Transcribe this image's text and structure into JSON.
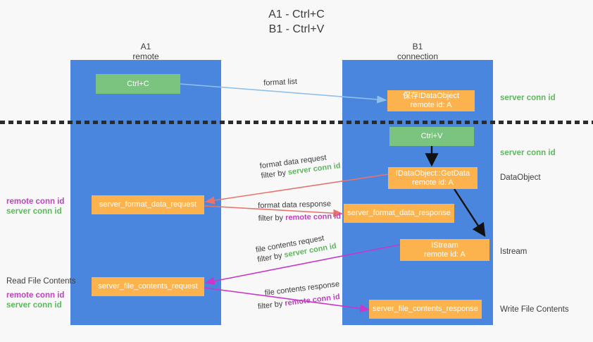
{
  "title": {
    "line1": "A1 - Ctrl+C",
    "line2": "B1 - Ctrl+V"
  },
  "colors": {
    "lane": "#4a86dd",
    "green_node": "#7bc47f",
    "orange_node": "#fcb34d",
    "server_conn": "#5cb85c",
    "remote_conn": "#bb44bb",
    "arrow_blue": "#8fc0ea",
    "arrow_red": "#e8736b",
    "arrow_magenta": "#c936c9",
    "arrow_black": "#111111",
    "background": "#f8f8f8",
    "text": "#3c3c3c"
  },
  "lanes": [
    {
      "id": "a1",
      "name": "A1",
      "sub": "remote"
    },
    {
      "id": "b1",
      "name": "B1",
      "sub": "connection"
    }
  ],
  "nodes": [
    {
      "id": "ctrl-c",
      "lane": "a1",
      "style": "green",
      "line1": "Ctrl+C",
      "line2": ""
    },
    {
      "id": "save-idataobject",
      "lane": "b1",
      "style": "orange",
      "line1": "保存IDataObject",
      "line2": "remote id: A"
    },
    {
      "id": "ctrl-v",
      "lane": "b1",
      "style": "green",
      "line1": "Ctrl+V",
      "line2": ""
    },
    {
      "id": "idataobject-getdata",
      "lane": "b1",
      "style": "orange",
      "line1": "IDataObject::GetData",
      "line2": "remote id: A"
    },
    {
      "id": "server-format-data-request",
      "lane": "a1",
      "style": "orange",
      "line1": "server_format_data_request",
      "line2": ""
    },
    {
      "id": "server-format-data-response",
      "lane": "b1",
      "style": "orange",
      "line1": "server_format_data_response",
      "line2": ""
    },
    {
      "id": "istream",
      "lane": "b1",
      "style": "orange",
      "line1": "IStream",
      "line2": "remote id: A"
    },
    {
      "id": "server-file-contents-request",
      "lane": "a1",
      "style": "orange",
      "line1": "server_file_contents_request",
      "line2": ""
    },
    {
      "id": "server-file-contents-response",
      "lane": "b1",
      "style": "orange",
      "line1": "server_file_contents_response",
      "line2": ""
    }
  ],
  "right_notes": [
    {
      "id": "server-conn-id-1",
      "text": "server conn id",
      "kind": "green"
    },
    {
      "id": "server-conn-id-2",
      "text": "server conn id",
      "kind": "green"
    },
    {
      "id": "dataobject",
      "text": "DataObject",
      "kind": "plain"
    },
    {
      "id": "istream-note",
      "text": "Istream",
      "kind": "plain"
    },
    {
      "id": "write-file-contents",
      "text": "Write File Contents",
      "kind": "plain"
    }
  ],
  "left_notes": [
    {
      "id": "left-remote-conn-id-1",
      "text": "remote conn id",
      "kind": "purple"
    },
    {
      "id": "left-server-conn-id-1",
      "text": "server conn id",
      "kind": "green"
    },
    {
      "id": "read-file-contents",
      "text": "Read File Contents",
      "kind": "plain"
    },
    {
      "id": "left-remote-conn-id-2",
      "text": "remote conn id",
      "kind": "purple"
    },
    {
      "id": "left-server-conn-id-2",
      "text": "server conn id",
      "kind": "green"
    }
  ],
  "edges": [
    {
      "id": "format-list",
      "label": "format list",
      "filter_prefix": "",
      "filter_value": "",
      "filter_kind": "",
      "color": "#8fc0ea"
    },
    {
      "id": "format-data-request",
      "label": "format data request",
      "filter_prefix": "filter by ",
      "filter_value": "server conn id",
      "filter_kind": "green",
      "color": "#e8736b"
    },
    {
      "id": "format-data-response",
      "label": "format data response",
      "filter_prefix": "filter by ",
      "filter_value": "remote conn id",
      "filter_kind": "purple",
      "color": "#e8736b"
    },
    {
      "id": "file-contents-request",
      "label": "file contents request",
      "filter_prefix": "filter by ",
      "filter_value": "server conn id",
      "filter_kind": "green",
      "color": "#c936c9"
    },
    {
      "id": "file-contents-response",
      "label": "file contents response",
      "filter_prefix": "filter by ",
      "filter_value": "remote conn id",
      "filter_kind": "purple",
      "color": "#c936c9"
    }
  ]
}
